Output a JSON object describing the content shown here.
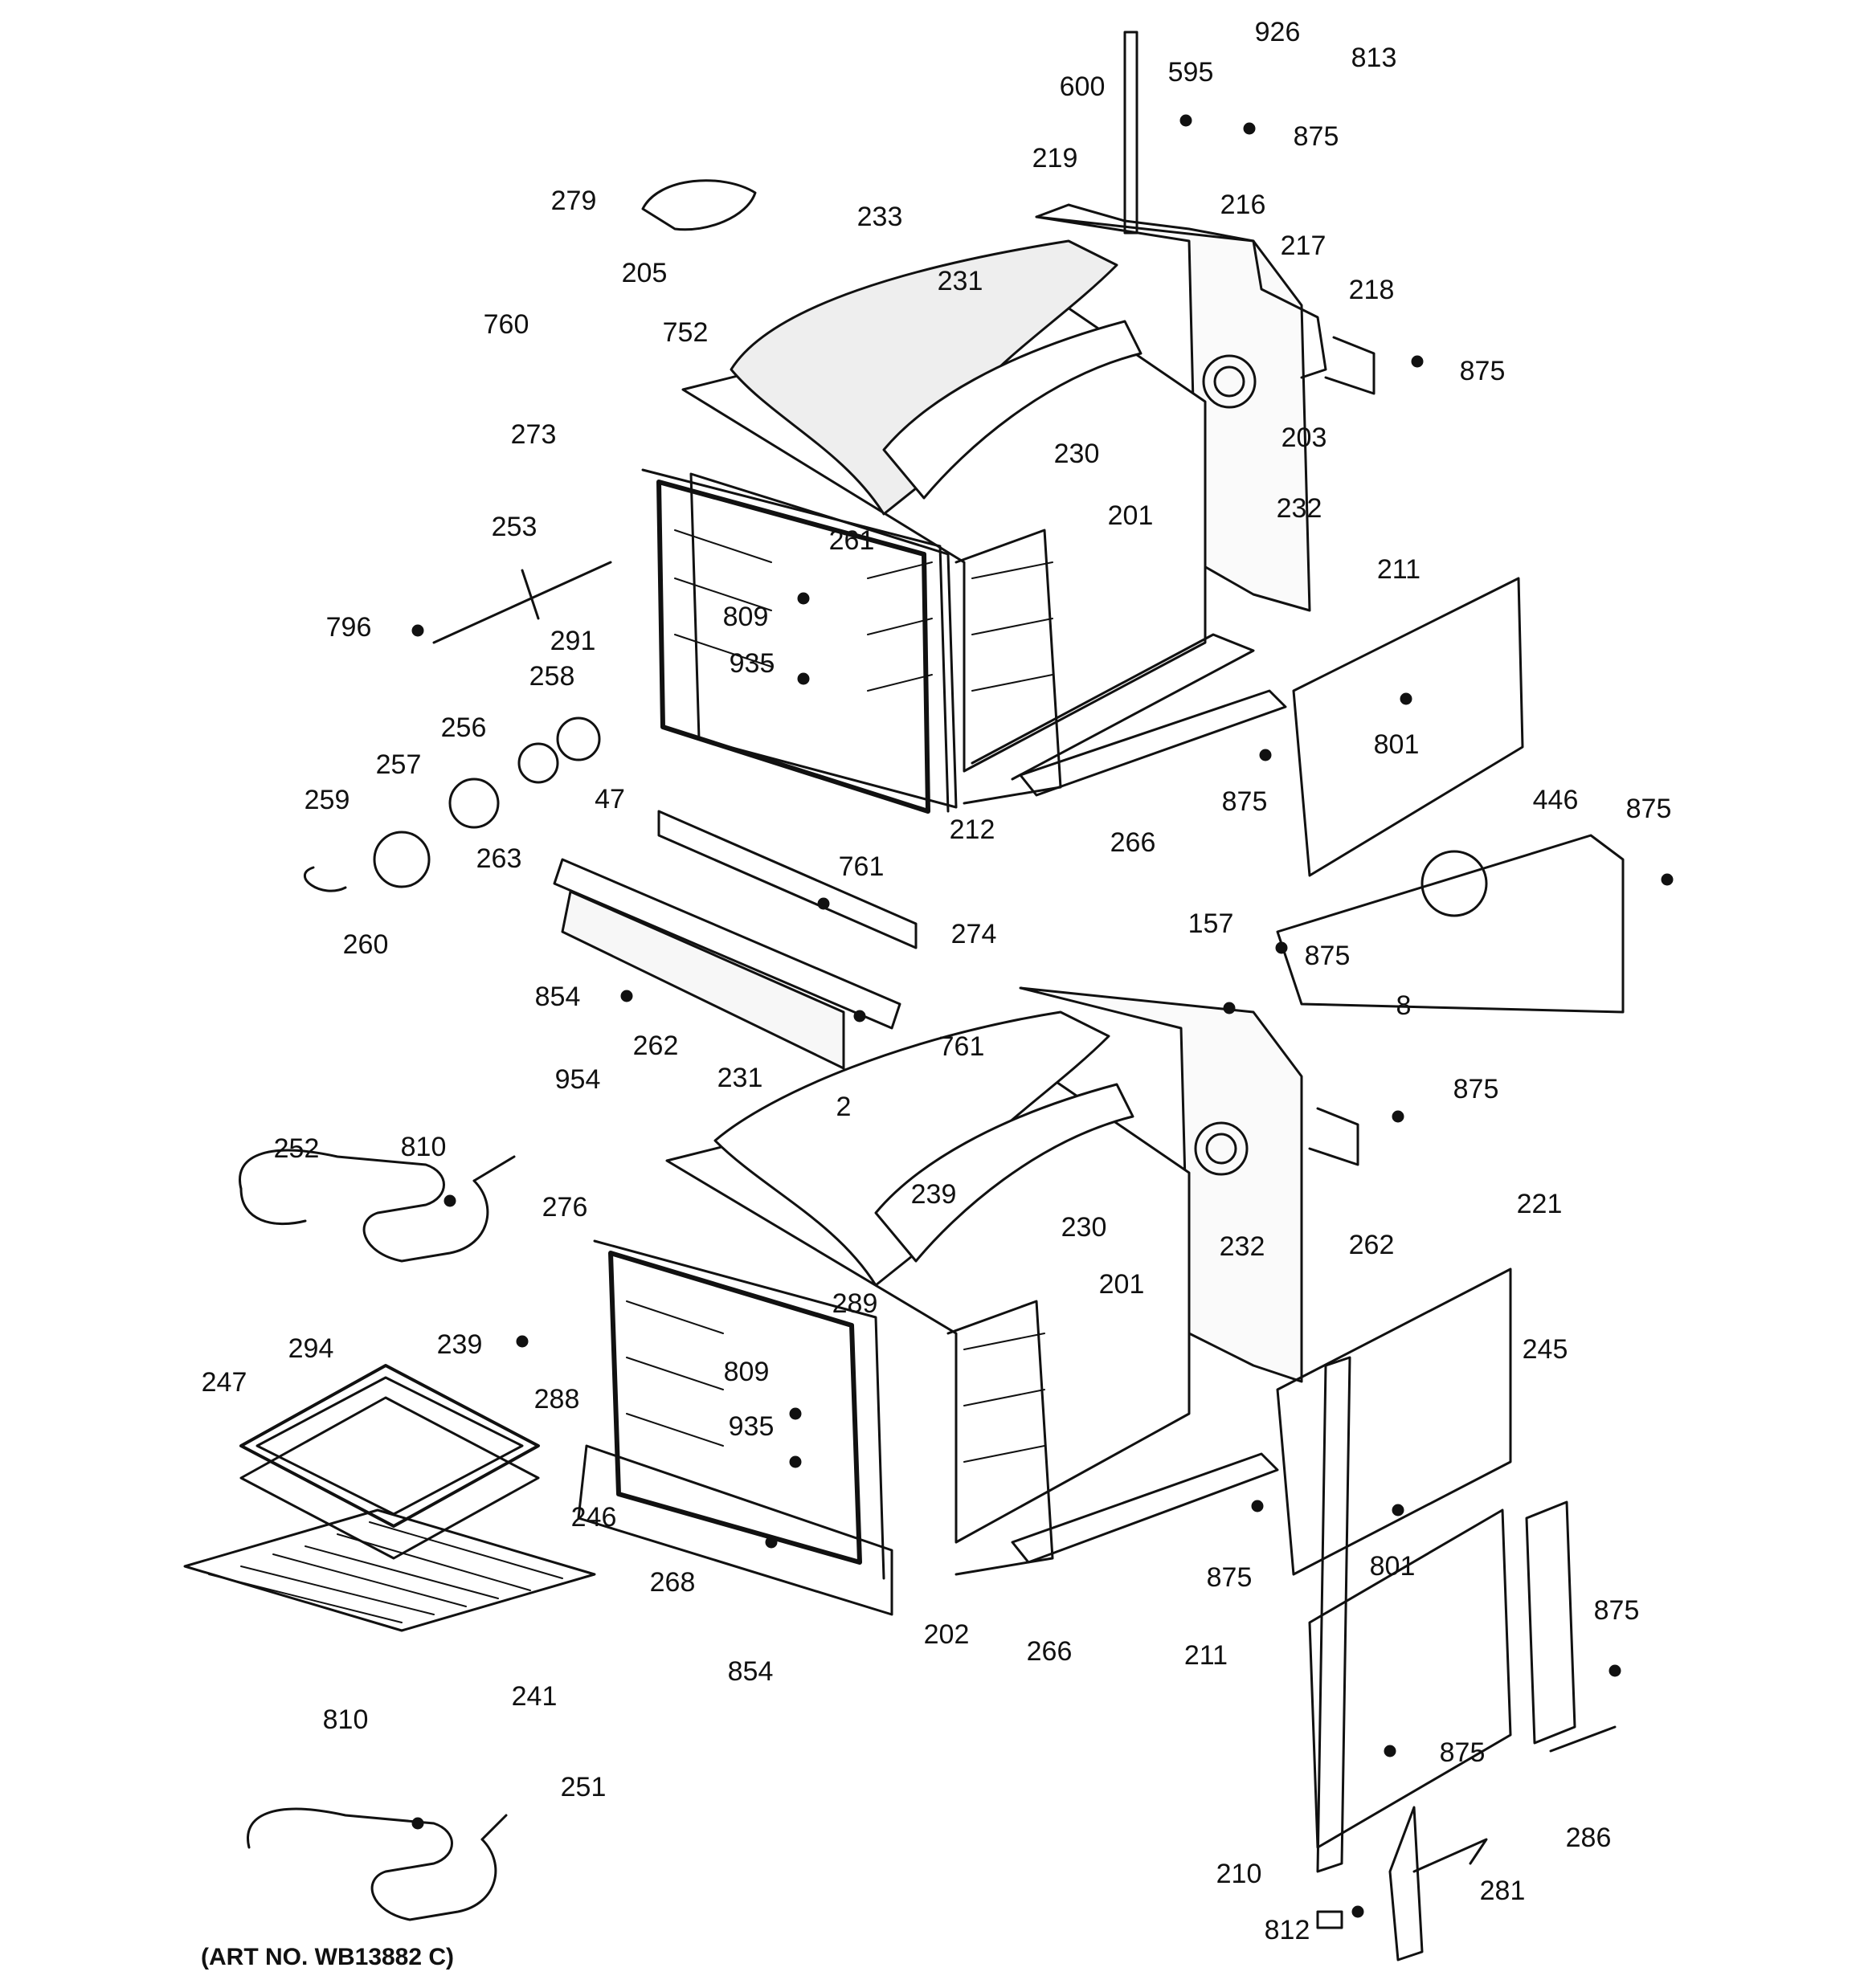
{
  "art_number": "(ART NO. WB13882 C)",
  "callouts": [
    "926",
    "813",
    "600",
    "595",
    "875",
    "219",
    "216",
    "279",
    "233",
    "217",
    "205",
    "231",
    "218",
    "875",
    "760",
    "752",
    "273",
    "230",
    "203",
    "201",
    "232",
    "253",
    "261",
    "211",
    "809",
    "796",
    "291",
    "935",
    "258",
    "801",
    "256",
    "875",
    "257",
    "47",
    "446",
    "875",
    "259",
    "212",
    "266",
    "263",
    "761",
    "274",
    "157",
    "875",
    "260",
    "854",
    "262",
    "761",
    "8",
    "231",
    "954",
    "2",
    "875",
    "252",
    "810",
    "239",
    "276",
    "230",
    "201",
    "232",
    "262",
    "221",
    "289",
    "294",
    "239",
    "288",
    "245",
    "809",
    "247",
    "935",
    "246",
    "801",
    "268",
    "202",
    "875",
    "266",
    "875",
    "854",
    "241",
    "211",
    "875",
    "810",
    "251",
    "286",
    "210",
    "281",
    "812"
  ]
}
